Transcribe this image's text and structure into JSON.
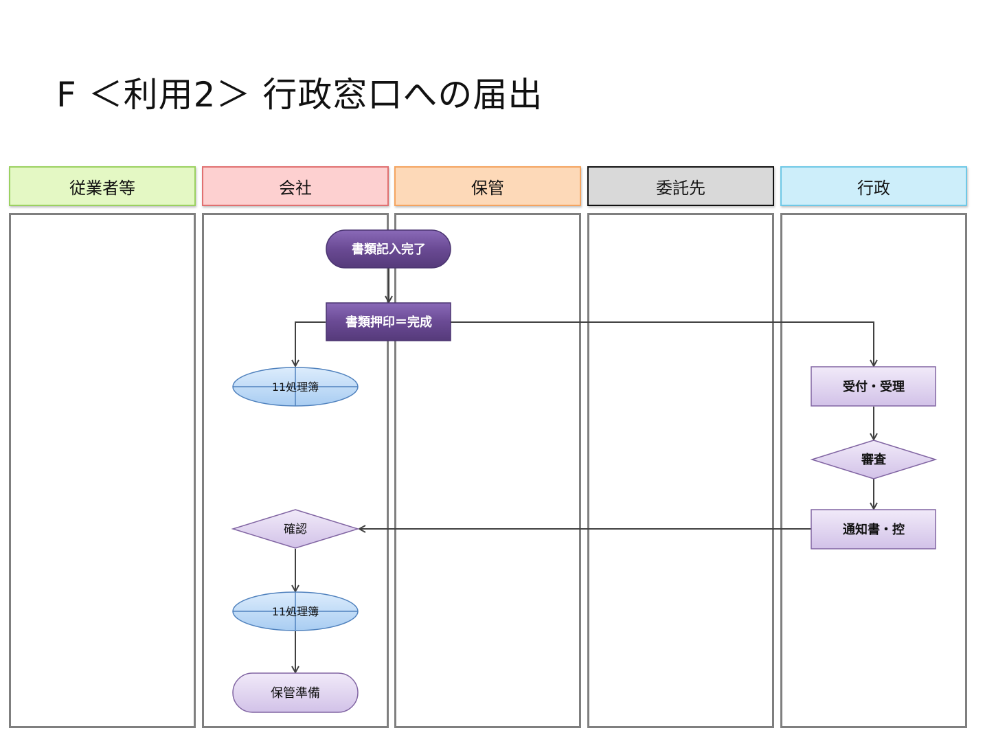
{
  "title": "F ＜利用2＞ 行政窓口への届出",
  "lanes": [
    {
      "label": "従業者等",
      "fill": "#e4f8c4",
      "border": "#9bd161"
    },
    {
      "label": "会社",
      "fill": "#fdd0d0",
      "border": "#e07070"
    },
    {
      "label": "保管",
      "fill": "#fdd9b8",
      "border": "#f4a460"
    },
    {
      "label": "委託先",
      "fill": "#d9d9d9",
      "border": "#111111"
    },
    {
      "label": "行政",
      "fill": "#cdeefa",
      "border": "#6fc8e6"
    }
  ],
  "nodes": {
    "start": "書類記入完了",
    "stamp": "書類押印＝完成",
    "ledger1": "11処理簿",
    "receive": "受付・受理",
    "review": "審査",
    "notice": "通知書・控",
    "confirm": "確認",
    "ledger2": "11処理簿",
    "prepare": "保管準備"
  },
  "colors": {
    "dark_purple": "#6a4a94",
    "light_purple": "#ddd0ee",
    "ellipse_blue": "#b8d8f6",
    "arrow": "#404040"
  }
}
